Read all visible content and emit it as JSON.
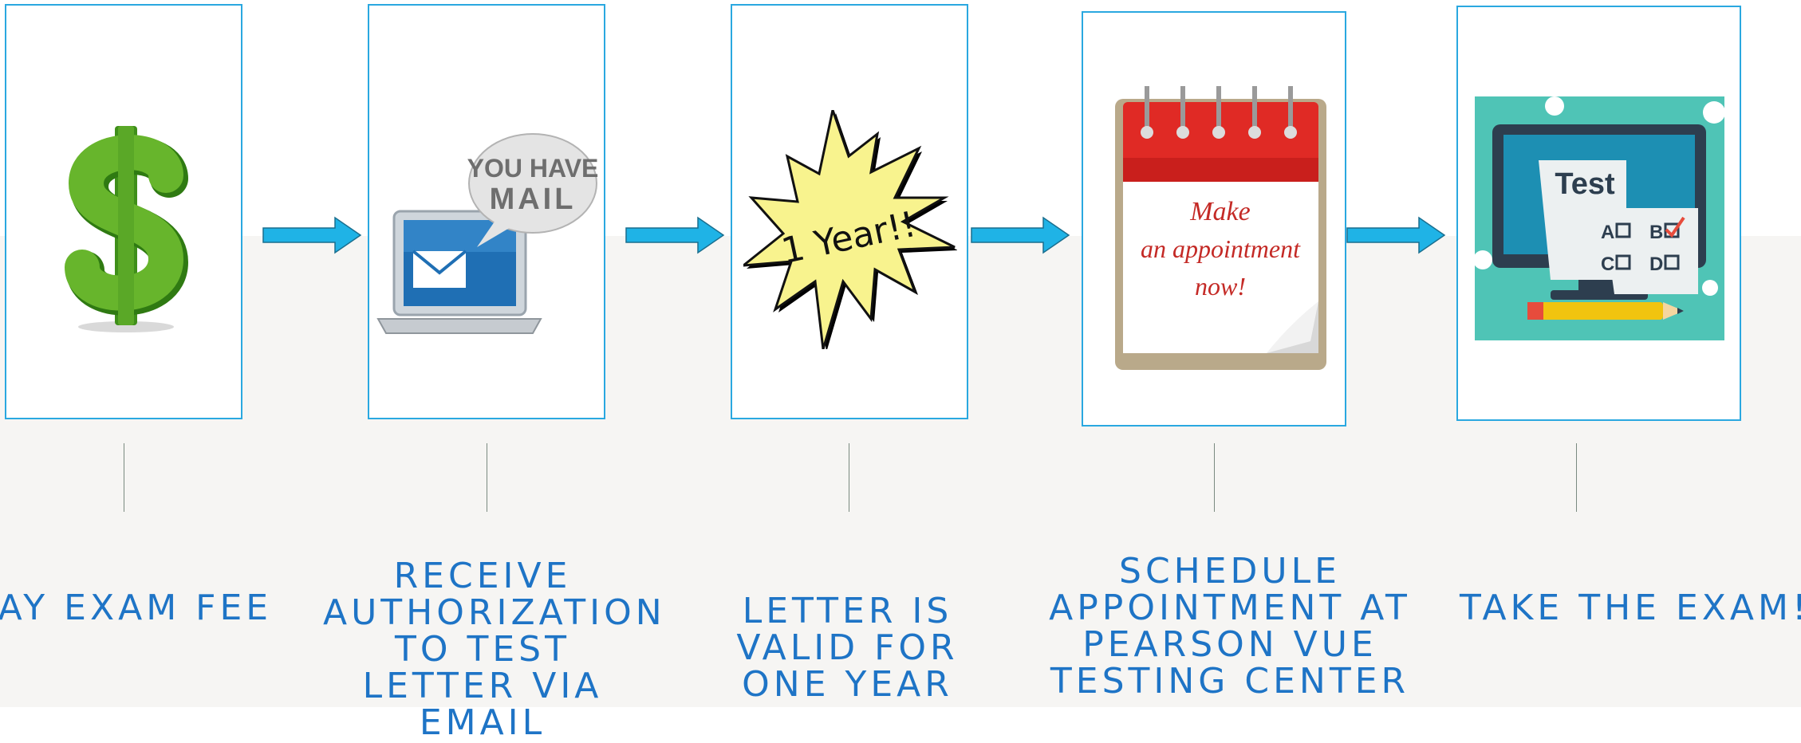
{
  "colors": {
    "frame_border": "#2aa8e0",
    "arrow": "#1fb3e6",
    "label_text": "#1e74c6",
    "band": "#f6f5f3"
  },
  "steps": [
    {
      "label": "PAY EXAM FEE",
      "icon": "dollar-sign-icon"
    },
    {
      "label": "RECEIVE AUTHORIZATION TO TEST LETTER VIA EMAIL",
      "icon": "you-have-mail-laptop-icon",
      "icon_text": "YOU HAVE MAIL"
    },
    {
      "label": "LETTER IS VALID FOR ONE YEAR",
      "icon": "one-year-starburst-icon",
      "icon_text": "1 Year!!"
    },
    {
      "label": "SCHEDULE APPOINTMENT AT PEARSON VUE TESTING CENTER",
      "icon": "calendar-appointment-icon",
      "icon_text": "Make an appointment now!"
    },
    {
      "label": "TAKE THE EXAM!!",
      "icon": "computer-test-icon",
      "icon_text": "Test A B C D"
    }
  ]
}
